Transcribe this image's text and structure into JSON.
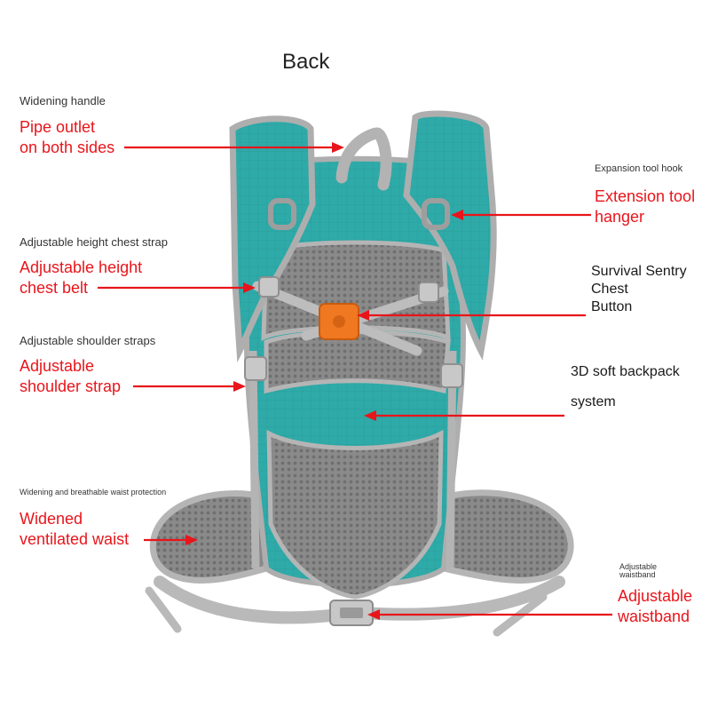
{
  "title": "Back",
  "labels": {
    "widening_handle": "Widening handle",
    "pipe_outlet": "Pipe outlet\non both sides",
    "expansion_tool_hook": "Expansion tool hook",
    "extension_tool_hanger": "Extension tool\nhanger",
    "adj_height_chest_strap": "Adjustable height chest strap",
    "adj_height_chest_belt": "Adjustable height\nchest belt",
    "survival_sentry": "Survival Sentry\nChest\nButton",
    "adj_shoulder_straps": "Adjustable shoulder straps",
    "adj_shoulder_strap": "Adjustable\nshoulder strap",
    "soft_backpack_1": "3D soft backpack",
    "soft_backpack_2": "system",
    "waist_protection": "Widening and breathable waist protection",
    "widened_waist": "Widened\nventilated waist",
    "adj_waistband_small": "Adjustable\nwaistband",
    "adj_waistband": "Adjustable\nwaistband"
  },
  "colors": {
    "label_red": "#e8151b",
    "teal": "#2eaaa8",
    "teal_dark": "#1d8a88",
    "mesh_gray": "#8e8e8e",
    "strap_gray": "#b7b7b7",
    "buckle_orange": "#f07820"
  }
}
